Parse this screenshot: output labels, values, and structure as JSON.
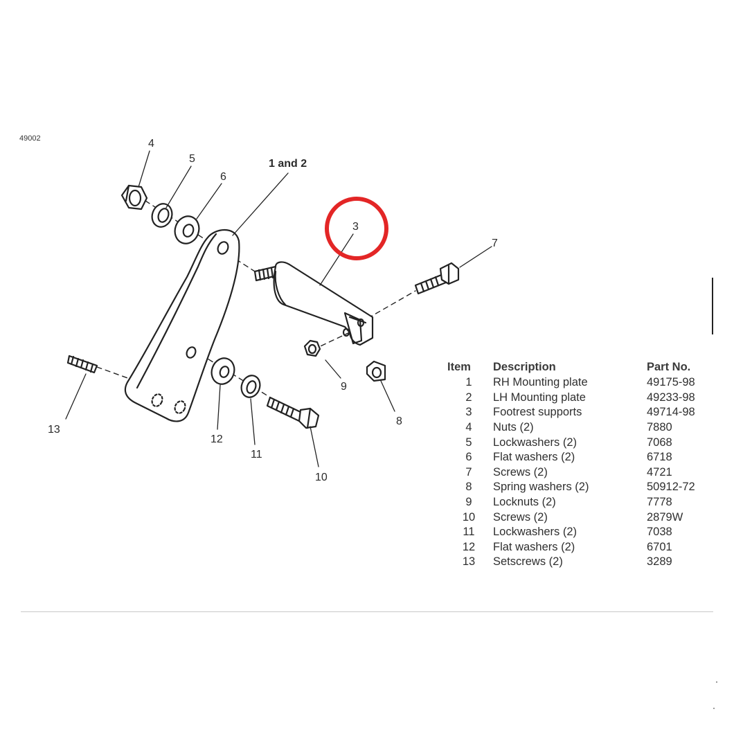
{
  "figure_id": "49002",
  "callouts": {
    "c1_2": "1 and 2",
    "c3": "3",
    "c4": "4",
    "c5": "5",
    "c6": "6",
    "c7": "7",
    "c8": "8",
    "c9": "9",
    "c10": "10",
    "c11": "11",
    "c12": "12",
    "c13": "13"
  },
  "highlight_color": "#e32626",
  "table": {
    "headers": [
      "Item",
      "Description",
      "Part No."
    ],
    "rows": [
      {
        "item": "1",
        "description": "RH Mounting plate",
        "part_no": "49175-98"
      },
      {
        "item": "2",
        "description": "LH Mounting plate",
        "part_no": "49233-98"
      },
      {
        "item": "3",
        "description": "Footrest supports",
        "part_no": "49714-98"
      },
      {
        "item": "4",
        "description": "Nuts (2)",
        "part_no": "7880"
      },
      {
        "item": "5",
        "description": "Lockwashers (2)",
        "part_no": "7068"
      },
      {
        "item": "6",
        "description": "Flat washers (2)",
        "part_no": "6718"
      },
      {
        "item": "7",
        "description": "Screws (2)",
        "part_no": "4721"
      },
      {
        "item": "8",
        "description": "Spring washers (2)",
        "part_no": "50912-72"
      },
      {
        "item": "9",
        "description": "Locknuts (2)",
        "part_no": "7778"
      },
      {
        "item": "10",
        "description": "Screws (2)",
        "part_no": "2879W"
      },
      {
        "item": "11",
        "description": "Lockwashers (2)",
        "part_no": "7038"
      },
      {
        "item": "12",
        "description": "Flat washers (2)",
        "part_no": "6701"
      },
      {
        "item": "13",
        "description": "Setscrews (2)",
        "part_no": "3289"
      }
    ]
  }
}
